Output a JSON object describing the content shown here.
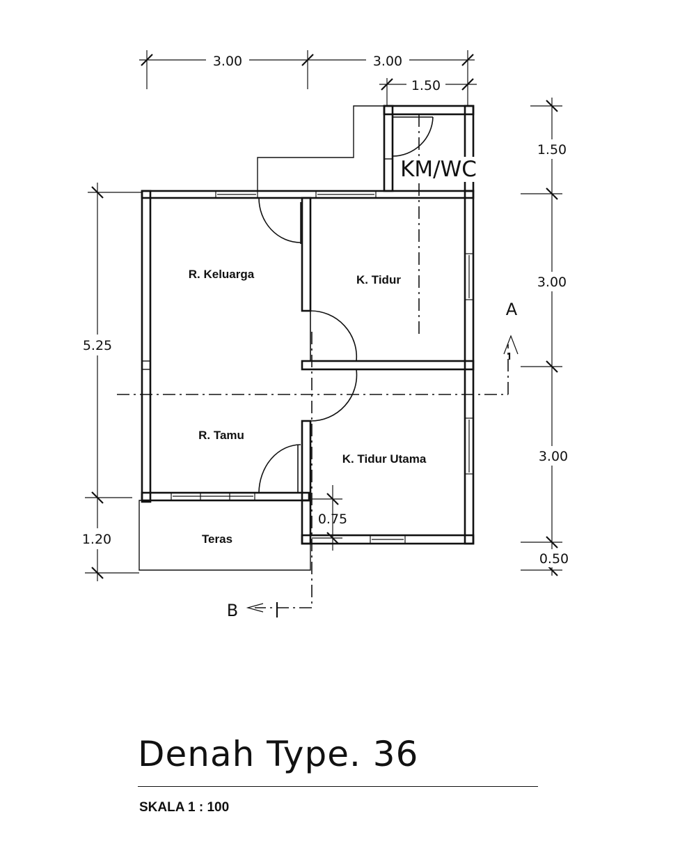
{
  "dimensions": {
    "top_left": "3.00",
    "top_right": "3.00",
    "top_wc": "1.50",
    "right_wc": "1.50",
    "right_upper": "3.00",
    "right_lower": "3.00",
    "right_bottom": "0.50",
    "left_main": "5.25",
    "left_porch": "1.20",
    "porch_offset": "0.75"
  },
  "rooms": {
    "km_wc": "KM/WC",
    "r_keluarga": "R. Keluarga",
    "k_tidur": "K. Tidur",
    "r_tamu": "R. Tamu",
    "k_tidur_utama": "K. Tidur Utama",
    "teras": "Teras"
  },
  "sections": {
    "a": "A",
    "b": "B"
  },
  "title": "Denah Type. 36",
  "scale": "SKALA 1 : 100"
}
